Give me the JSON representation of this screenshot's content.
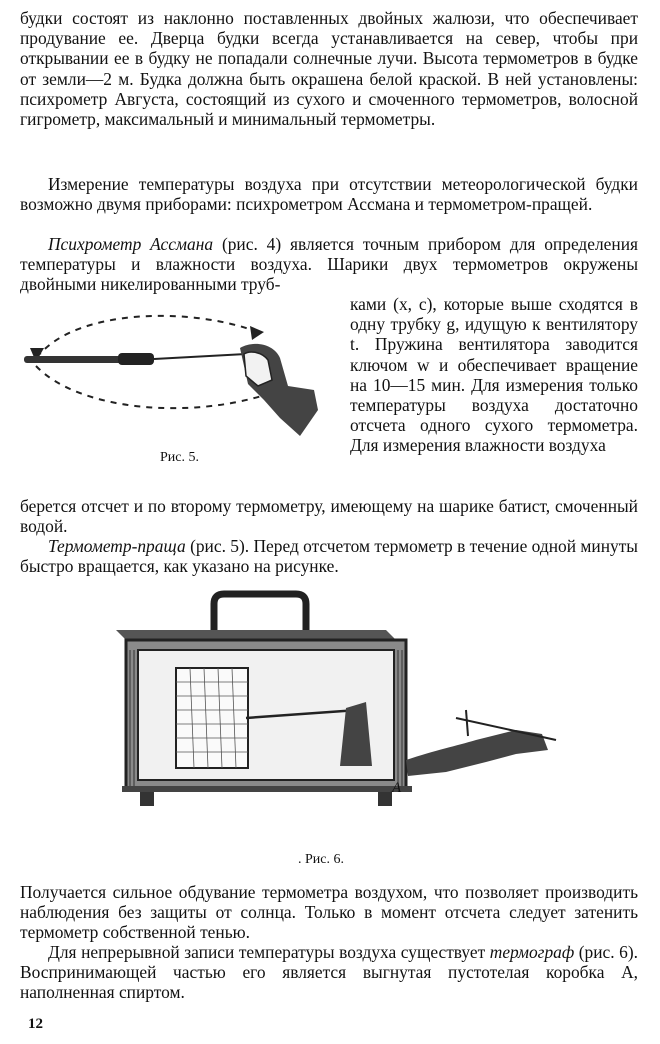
{
  "paragraphs": {
    "p1": "будки состоят из наклонно поставленных двойных жалюзи, что обеспечивает продувание ее. Дверца будки всегда устанавливается на север, чтобы при открывании ее в будку не попадали солнечные лучи. Высота термометров в будке от земли—2 м. Будка должна быть окрашена белой краской. В ней установлены: психрометр Августа, состоящий из сухого и смоченного термометров, волосной гигрометр, максимальный и минимальный термометры.",
    "p2": "Измерение температуры воздуха при отсутствии метеорологической будки возможно двумя приборами: психрометром Ассмана и термометром-пращей.",
    "p3_term": "Психрометр Ассмана",
    "p3_text": " (рис. 4) является точным прибором для определения температуры и влажности воздуха. Шарики двух термометров окружены двойными никелированными труб-",
    "p3_wrap": "ками (x, c), которые выше сходятся в одну трубку g, идущую к вентилятору t. Пружина вентилятора заводится ключом w и обеспечивает вращение на 10—15 мин. Для измерения только температуры воздуха достаточно отсчета одного сухого термометра. Для измерения влажности воздуха",
    "p3_end": "берется отсчет и по второму термометру, имеющему на шарике батист, смоченный водой.",
    "p4_term": "Термометр-праща",
    "p4_text": " (рис. 5). Перед отсчетом термометр в течение одной минуты быстро вращается, как указано на рисунке.",
    "p5": "Получается сильное обдувание термометра воздухом, что позволяет производить наблюдения без защиты от солнца. Только в момент отсчета следует затенить термометр собственной тенью.",
    "p6_text1": "Для непрерывной записи температуры воздуха существует ",
    "p6_term": "термограф",
    "p6_text2": " (рис. 6). Воспринимающей частью его является выгнутая пустотелая коробка А, наполненная спиртом."
  },
  "figures": {
    "fig5_caption": "Рис. 5.",
    "fig6_caption": ". Рис. 6.",
    "fig6_label": "А"
  },
  "page_number": "12"
}
